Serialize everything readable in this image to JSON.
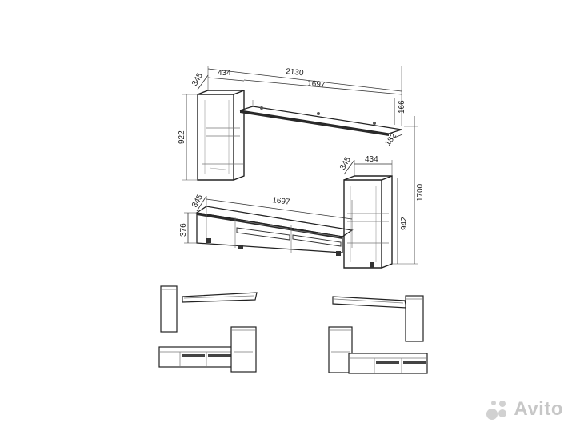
{
  "dimensions": {
    "total_width": "2130",
    "shelf_width": "1697",
    "upper_depth": "345",
    "upper_cabinet_width": "434",
    "shelf_height": "166",
    "shelf_depth": "182",
    "upper_cabinet_height": "922",
    "lower_depth": "345",
    "tv_stand_width": "1697",
    "tall_cabinet_depth": "345",
    "tall_cabinet_width": "434",
    "tv_stand_height": "376",
    "tall_cabinet_height": "942",
    "overall_height": "1700"
  },
  "watermark": {
    "brand": "Avito",
    "icon": "avito-logo-icon"
  }
}
